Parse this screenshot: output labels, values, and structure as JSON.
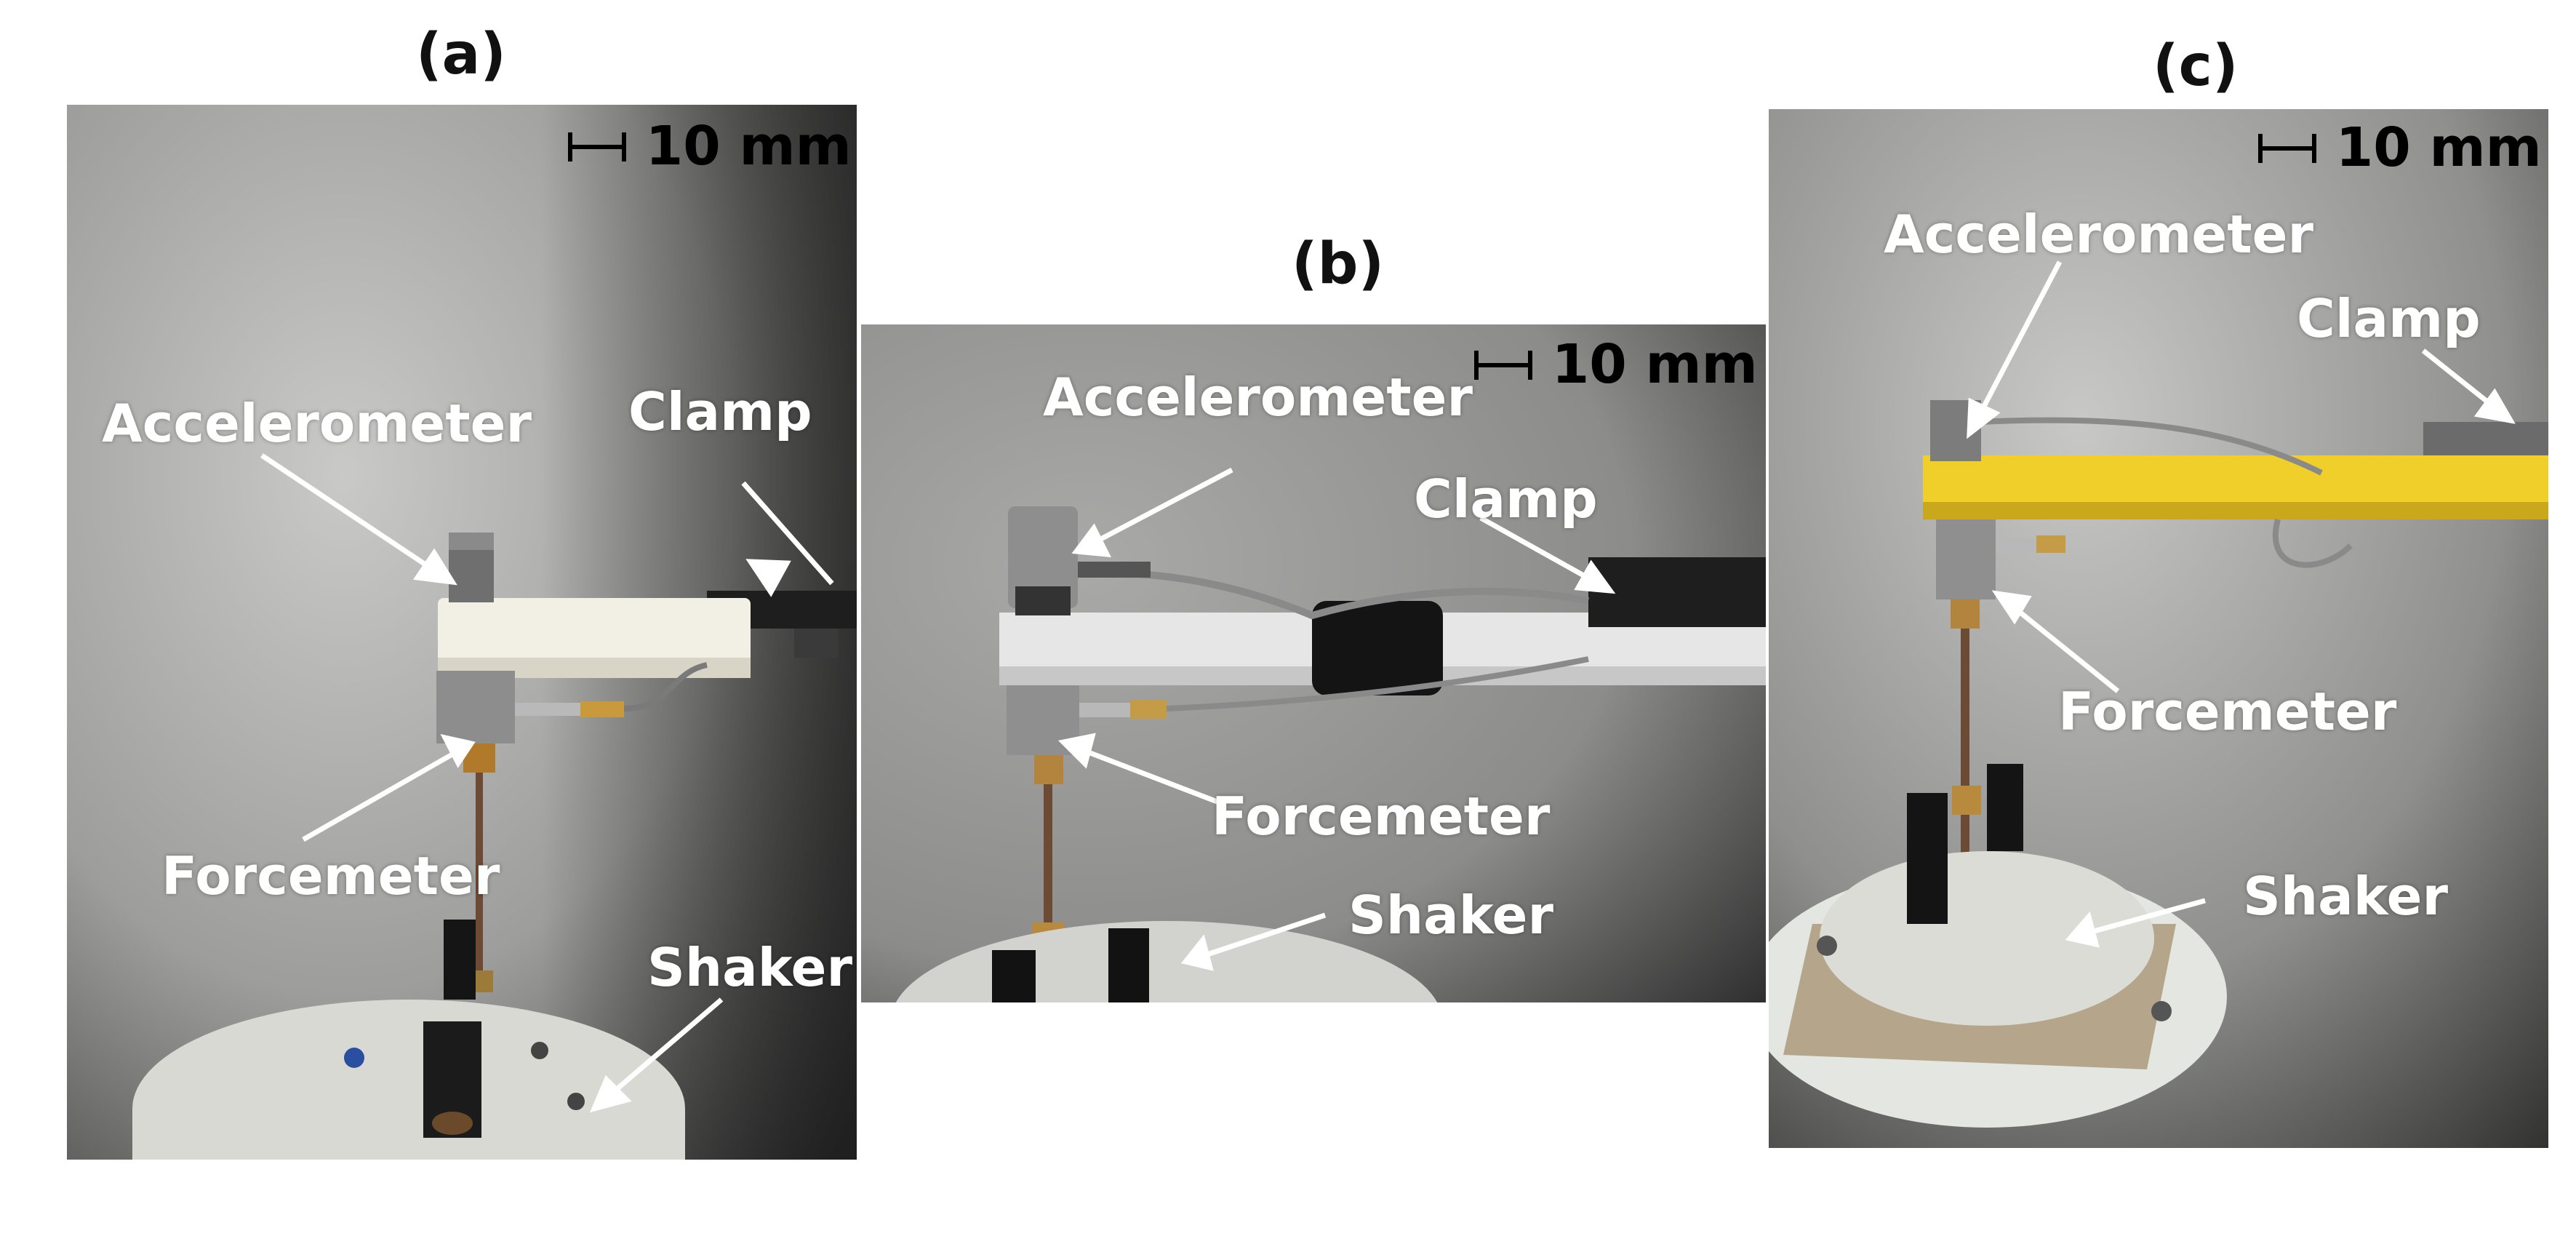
{
  "panels": [
    {
      "id": "a",
      "title": "(a)",
      "scale": "10 mm",
      "labels": {
        "accelerometer": "Accelerometer",
        "clamp": "Clamp",
        "forcemeter": "Forcemeter",
        "shaker": "Shaker"
      }
    },
    {
      "id": "b",
      "title": "(b)",
      "scale": "10 mm",
      "labels": {
        "accelerometer": "Accelerometer",
        "clamp": "Clamp",
        "forcemeter": "Forcemeter",
        "shaker": "Shaker"
      }
    },
    {
      "id": "c",
      "title": "(c)",
      "scale": "10 mm",
      "labels": {
        "accelerometer": "Accelerometer",
        "clamp": "Clamp",
        "forcemeter": "Forcemeter",
        "shaker": "Shaker"
      }
    }
  ],
  "colors": {
    "label": "#ffffff",
    "beam_a": "#f2efe4",
    "beam_b": "#e6e6e6",
    "beam_c": "#f0cf2a",
    "background": "#9a9a9a"
  }
}
